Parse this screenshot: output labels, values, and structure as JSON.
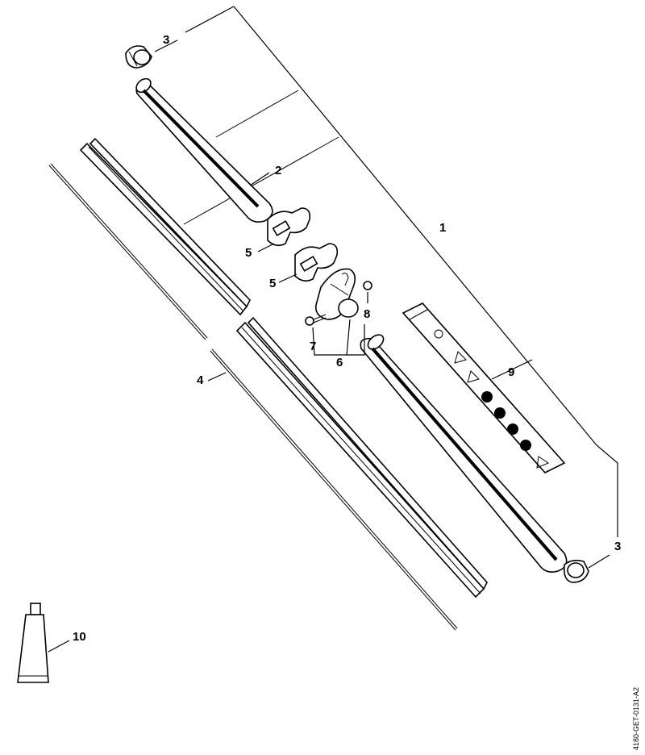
{
  "callouts": {
    "c1": "1",
    "c2": "2",
    "c3_top": "3",
    "c3_bottom": "3",
    "c4": "4",
    "c5_upper": "5",
    "c5_lower": "5",
    "c6": "6",
    "c7": "7",
    "c8": "8",
    "c9": "9",
    "c10": "10"
  },
  "drawing_code": "4180-GET-0131-A2"
}
